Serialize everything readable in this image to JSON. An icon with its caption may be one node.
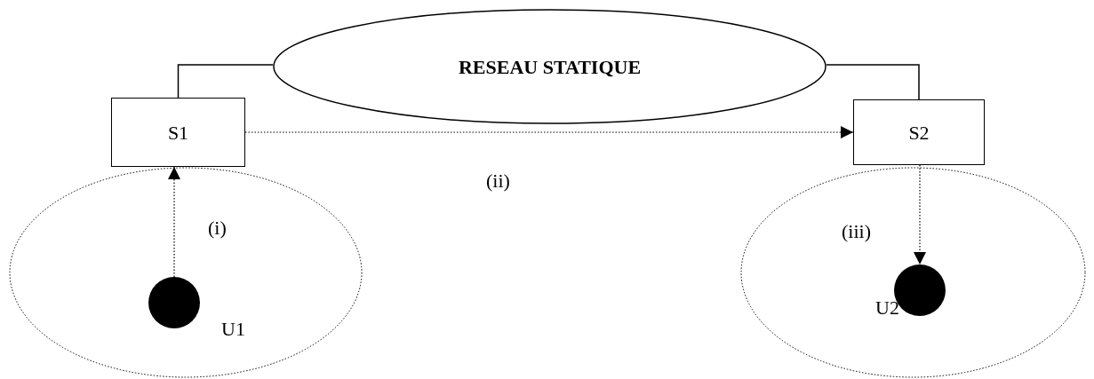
{
  "diagram": {
    "nodes": [
      {
        "text": [
          "RESEAU STATIQUE"
        ]
      },
      {
        "text": [
          "S1"
        ]
      },
      {
        "text": [
          "S2"
        ]
      },
      {
        "text": [],
        "shape": "ellipse"
      },
      {
        "text": [],
        "shape": "circle",
        "in": 3,
        "beside": [
          "U1"
        ]
      },
      {
        "text": [],
        "shape": "ellipse"
      },
      {
        "text": [],
        "shape": "circle",
        "in": 5,
        "beside": [
          "U2"
        ]
      }
    ],
    "edges": [
      {
        "from": 0,
        "to": 1,
        "arrow": "none"
      },
      {
        "from": 0,
        "to": 2,
        "arrow": "none"
      },
      {
        "from": 4,
        "to": 1,
        "arrow": "to",
        "style": "dashed",
        "label": "(i)"
      },
      {
        "from": 1,
        "to": 2,
        "arrow": "to",
        "style": "dashed",
        "label": "(ii)"
      },
      {
        "from": 2,
        "to": 6,
        "arrow": "to",
        "style": "dashed",
        "label": "(iii)"
      }
    ]
  }
}
